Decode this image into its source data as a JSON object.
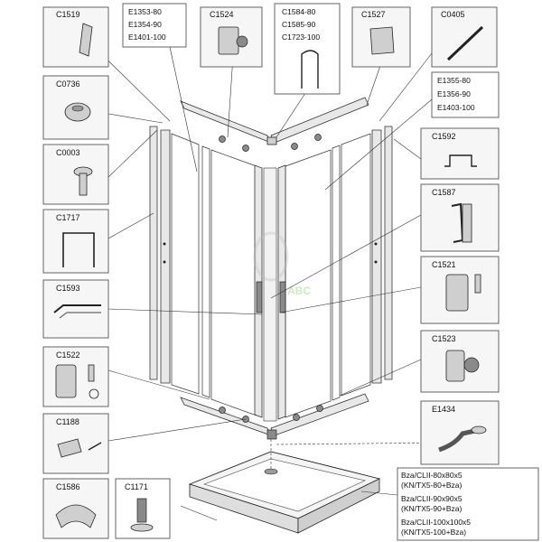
{
  "parts": {
    "c1519": "C1519",
    "e1353_group": [
      "E1353-80",
      "E1354-90",
      "E1401-100"
    ],
    "c1524": "C1524",
    "c1584_group": [
      "C1584-80",
      "C1585-90",
      "C1723-100"
    ],
    "c1527": "C1527",
    "c0405": "C0405",
    "c0736": "C0736",
    "e1355_group": [
      "E1355-80",
      "E1356-90",
      "E1403-100"
    ],
    "c0003": "C0003",
    "c1592": "C1592",
    "c1717": "C1717",
    "c1587": "C1587",
    "c1593": "C1593",
    "c1521": "C1521",
    "c1522": "C1522",
    "c1523": "C1523",
    "e1434": "E1434",
    "c1188": "C1188",
    "c1586": "C1586",
    "c1171": "C1171",
    "tray_group": [
      "Bza/CLII-80x80x5",
      "(KN/TX5-80+Bza)",
      "Bza/CLII-90x90x5",
      "(KN/TX5-90+Bza)",
      "Bza/CLII-100x100x5",
      "(KN/TX5-100+Bza)"
    ]
  },
  "watermark": {
    "brand": "ABC"
  },
  "colors": {
    "line": "#333333",
    "box_border": "#555555",
    "watermark_green": "#7cc242"
  }
}
